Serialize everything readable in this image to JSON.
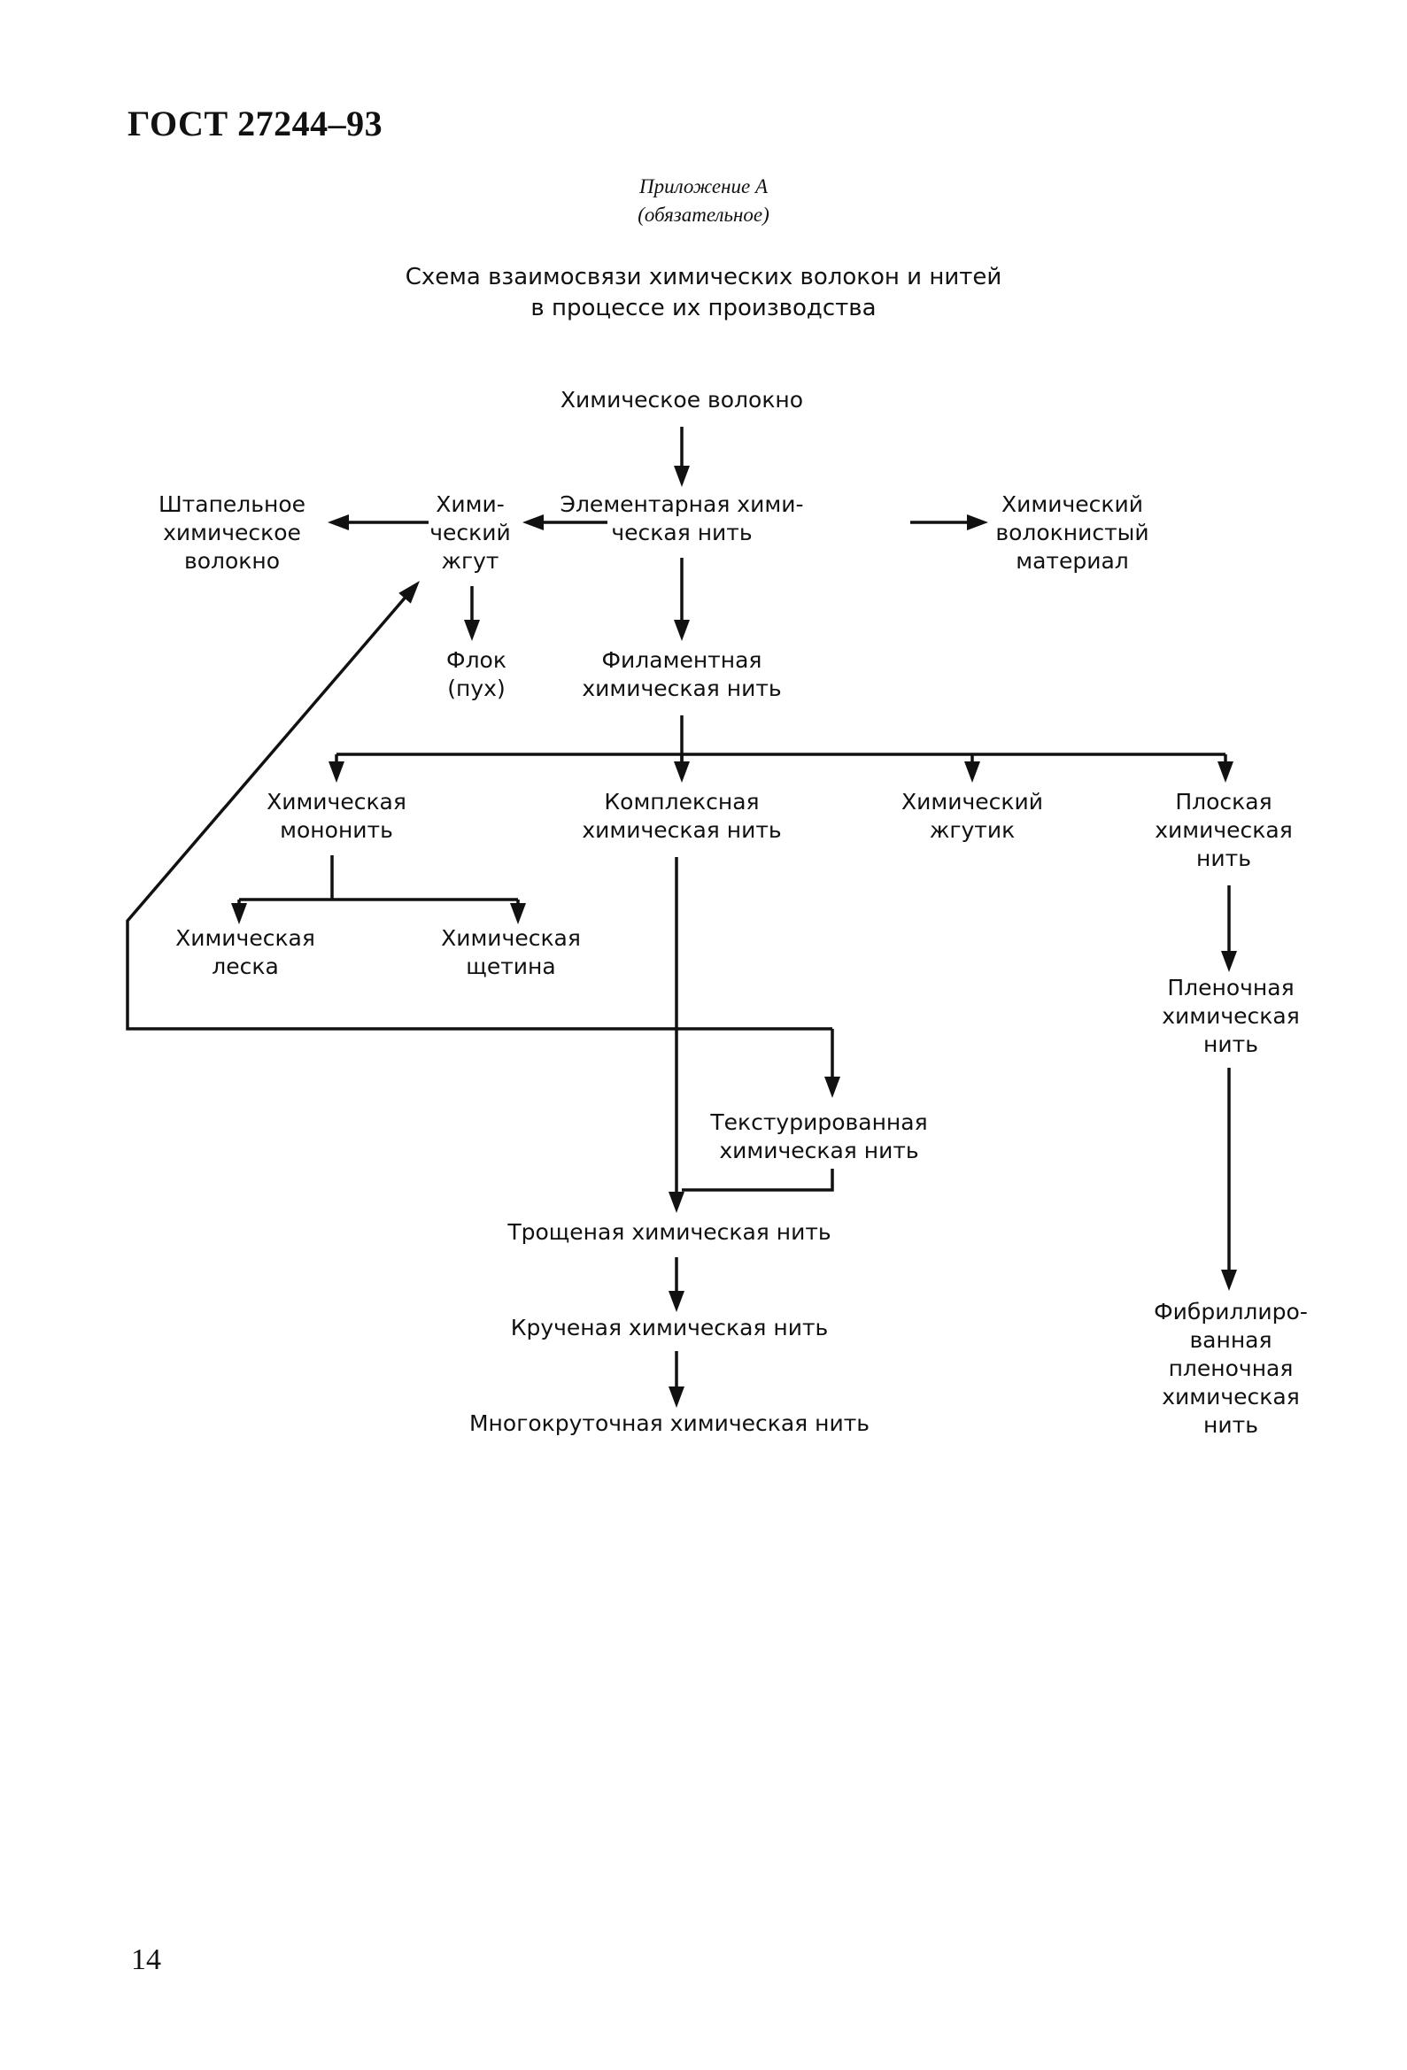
{
  "header": {
    "standard": "ГОСТ 27244–93"
  },
  "appendix": {
    "line1": "Приложение А",
    "line2": "(обязательное)"
  },
  "title": {
    "line1": "Схема взаимосвязи химических волокон и нитей",
    "line2": "в процессе их производства"
  },
  "nodes": {
    "chemical_fiber": [
      "Химическое волокно"
    ],
    "elementary_thread": [
      "Элементарная хими-",
      "ческая нить"
    ],
    "chemical_tow": [
      "Хими-",
      "ческий",
      "жгут"
    ],
    "staple_fiber": [
      "Штапельное",
      "химическое",
      "волокно"
    ],
    "fibrous_material": [
      "Химический",
      "волокнистый",
      "материал"
    ],
    "flock": [
      "Флок",
      "(пух)"
    ],
    "filament_thread": [
      "Филаментная",
      "химическая нить"
    ],
    "monofilament": [
      "Химическая",
      "мононить"
    ],
    "complex_thread": [
      "Комплексная",
      "химическая нить"
    ],
    "small_tow": [
      "Химический",
      "жгутик"
    ],
    "flat_thread": [
      "Плоская",
      "химическая",
      "нить"
    ],
    "fishing_line": [
      "Химическая",
      "леска"
    ],
    "bristle": [
      "Химическая",
      "щетина"
    ],
    "film_thread": [
      "Пленочная",
      "химическая",
      "нить"
    ],
    "textured_thread": [
      "Текстурированная",
      "химическая нить"
    ],
    "doubled_thread": [
      "Трощеная химическая нить"
    ],
    "twisted_thread": [
      "Крученая химическая нить"
    ],
    "multi_twisted_thread": [
      "Многокруточная химическая нить"
    ],
    "fibrillated_thread": [
      "Фибриллиро-",
      "ванная",
      "пленочная",
      "химическая",
      "нить"
    ]
  },
  "page_number": "14"
}
